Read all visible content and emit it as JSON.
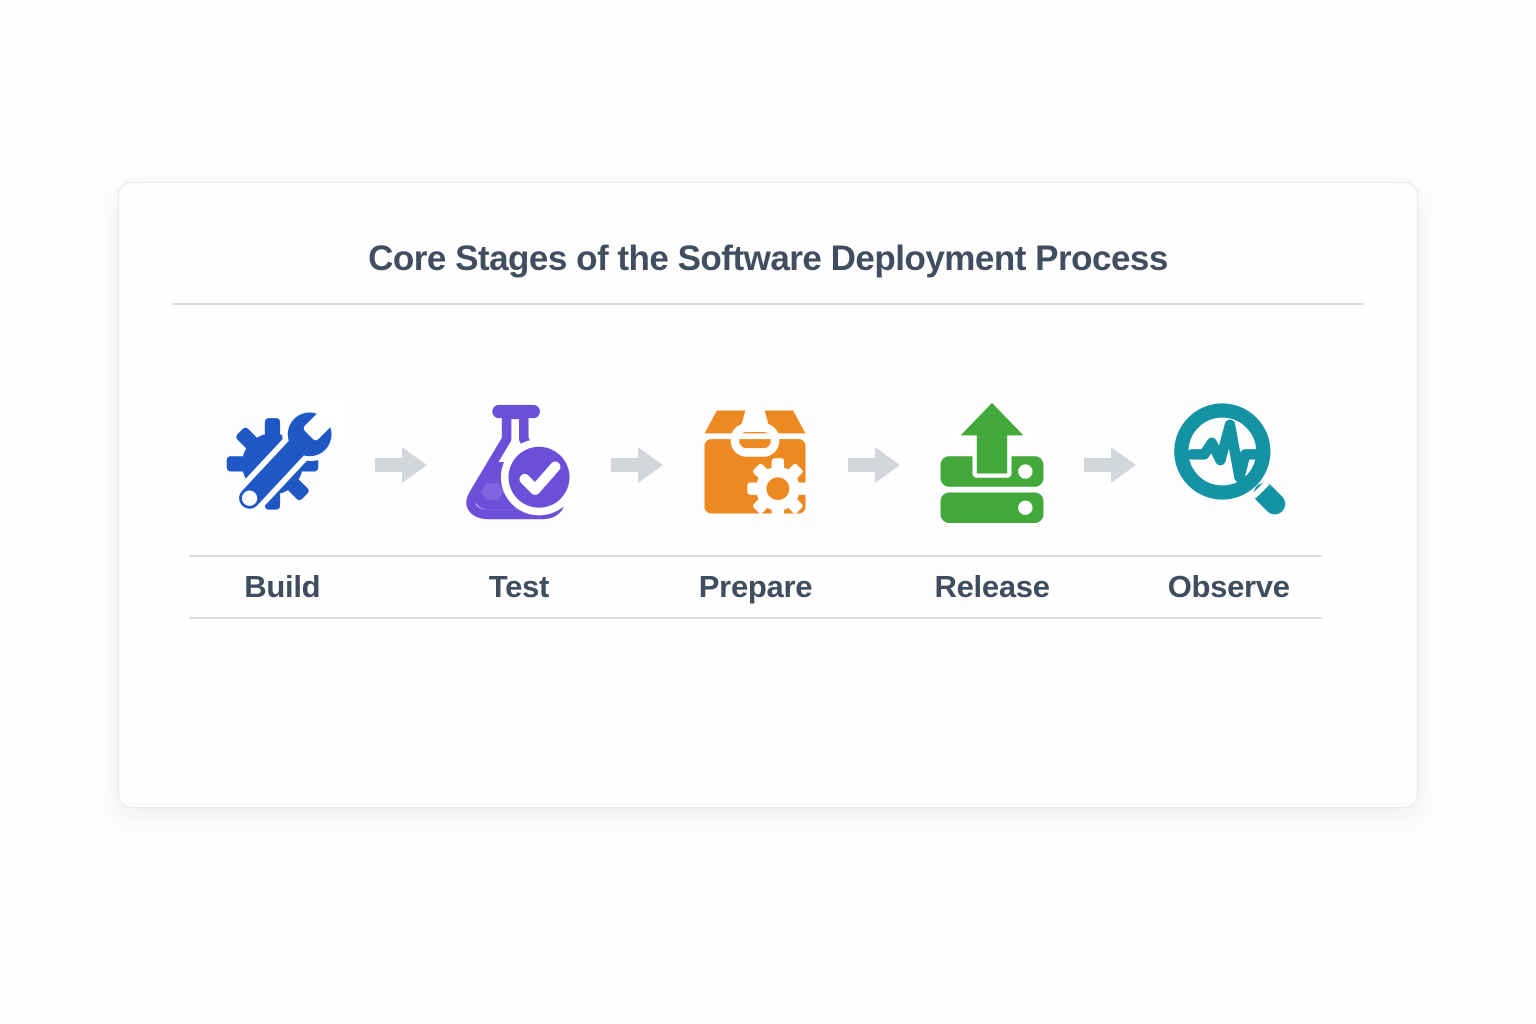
{
  "header": {
    "title": "Core Stages of the Software Deployment Process"
  },
  "theme": {
    "page_background": "#fcfcfd",
    "card_background": "#fefeff",
    "card_border": "#e8eaee",
    "divider_color": "#d9dbdf",
    "label_line_color": "#dddfe2",
    "heading_text_color": "#414e60",
    "label_text_color": "#3f4d5f"
  },
  "arrow": {
    "color": "#d3d6da",
    "icon": "right-arrow"
  },
  "stages": [
    {
      "label": "Build",
      "icon": "wrench-gear",
      "color": "#1f58c4"
    },
    {
      "label": "Test",
      "icon": "flask-check",
      "color": "#6b4fd8",
      "color_light": "#8168e2"
    },
    {
      "label": "Prepare",
      "icon": "package-gear",
      "color": "#ec8a21"
    },
    {
      "label": "Release",
      "icon": "server-upload",
      "color": "#43a93a"
    },
    {
      "label": "Observe",
      "icon": "magnifier-pulse",
      "color": "#1493a4"
    }
  ]
}
